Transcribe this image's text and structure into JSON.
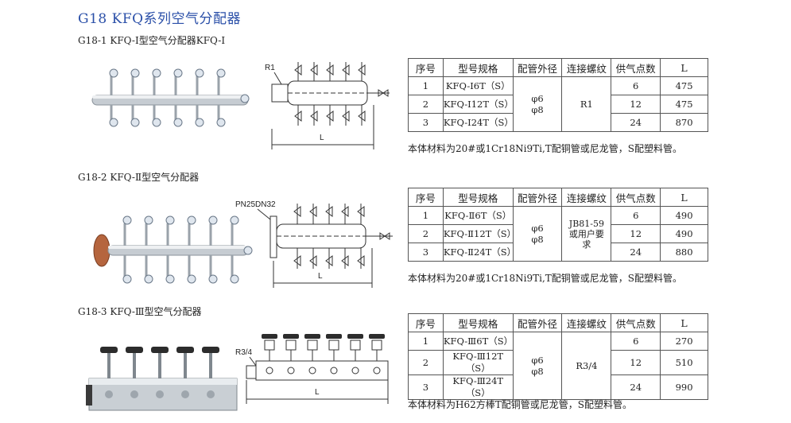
{
  "title": "G18 KFQ系列空气分配器",
  "sections": [
    {
      "subtitle": "G18-1 KFQ-I型空气分配器KFQ-I",
      "thread_label": "R1",
      "dim_label": "L",
      "table": {
        "headers": [
          "序号",
          "型号规格",
          "配管外径",
          "连接螺纹",
          "供气点数",
          "L"
        ],
        "rows": [
          {
            "no": "1",
            "model": "KFQ-Ⅰ6T（S）",
            "points": "6",
            "L": "475"
          },
          {
            "no": "2",
            "model": "KFQ-Ⅰ12T（S）",
            "points": "12",
            "L": "475"
          },
          {
            "no": "3",
            "model": "KFQ-Ⅰ24T（S）",
            "points": "24",
            "L": "870"
          }
        ],
        "pipe_od_1": "φ6",
        "pipe_od_2": "φ8",
        "thread": "R1"
      },
      "note": "本体材料为20#或1Cr18Ni9Ti,T配铜管或尼龙管，S配塑料管。"
    },
    {
      "subtitle": "G18-2 KFQ-Ⅱ型空气分配器",
      "thread_label": "PN25DN32",
      "dim_label": "L",
      "table": {
        "headers": [
          "序号",
          "型号规格",
          "配管外径",
          "连接螺纹",
          "供气点数",
          "L"
        ],
        "rows": [
          {
            "no": "1",
            "model": "KFQ-Ⅱ6T（S）",
            "points": "6",
            "L": "490"
          },
          {
            "no": "2",
            "model": "KFQ-Ⅱ12T（S）",
            "points": "12",
            "L": "490"
          },
          {
            "no": "3",
            "model": "KFQ-Ⅱ24T（S）",
            "points": "24",
            "L": "880"
          }
        ],
        "pipe_od_1": "φ6",
        "pipe_od_2": "φ8",
        "thread_line1": "JB81-59",
        "thread_line2": "或用户要",
        "thread_line3": "求"
      },
      "note": "本体材料为20#或1Cr18Ni9Ti,T配铜管或尼龙管，S配塑料管。"
    },
    {
      "subtitle": "G18-3 KFQ-Ⅲ型空气分配器",
      "thread_label": "R3/4",
      "dim_label": "L",
      "table": {
        "headers": [
          "序号",
          "型号规格",
          "配管外径",
          "连接螺纹",
          "供气点数",
          "L"
        ],
        "rows": [
          {
            "no": "1",
            "model": "KFQ-Ⅲ6T（S）",
            "points": "6",
            "L": "270"
          },
          {
            "no": "2",
            "model": "KFQ-Ⅲ12T（S）",
            "points": "12",
            "L": "510"
          },
          {
            "no": "3",
            "model": "KFQ-Ⅲ24T（S）",
            "points": "24",
            "L": "990"
          }
        ],
        "pipe_od_1": "φ6",
        "pipe_od_2": "φ8",
        "thread": "R3/4"
      },
      "note": "本体材料为H62方棒T配铜管或尼龙管，S配塑料管。"
    }
  ]
}
